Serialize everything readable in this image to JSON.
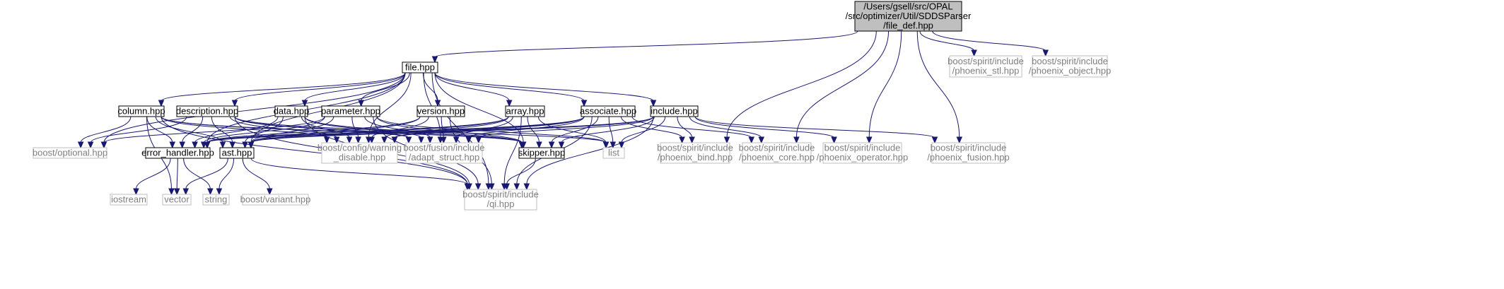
{
  "diagram": {
    "colors": {
      "edge": "#191970",
      "root_fill": "#bfbfbf",
      "ext_border": "#bfbfbf",
      "ext_text": "#7f7f7f"
    },
    "nodes": [
      {
        "id": "file_def",
        "kind": "root",
        "lines": [
          "/Users/gsell/src/OPAL",
          "/src/optimizer/Util/SDDSParser",
          "/file_def.hpp"
        ]
      },
      {
        "id": "file",
        "kind": "local",
        "lines": [
          "file.hpp"
        ]
      },
      {
        "id": "phoenix_stl",
        "kind": "ext",
        "lines": [
          "boost/spirit/include",
          "/phoenix_stl.hpp"
        ]
      },
      {
        "id": "phoenix_object",
        "kind": "ext",
        "lines": [
          "boost/spirit/include",
          "/phoenix_object.hpp"
        ]
      },
      {
        "id": "column",
        "kind": "local",
        "lines": [
          "column.hpp"
        ]
      },
      {
        "id": "description",
        "kind": "local",
        "lines": [
          "description.hpp"
        ]
      },
      {
        "id": "data",
        "kind": "local",
        "lines": [
          "data.hpp"
        ]
      },
      {
        "id": "parameter",
        "kind": "local",
        "lines": [
          "parameter.hpp"
        ]
      },
      {
        "id": "version",
        "kind": "local",
        "lines": [
          "version.hpp"
        ]
      },
      {
        "id": "array",
        "kind": "local",
        "lines": [
          "array.hpp"
        ]
      },
      {
        "id": "associate",
        "kind": "local",
        "lines": [
          "associate.hpp"
        ]
      },
      {
        "id": "include",
        "kind": "local",
        "lines": [
          "include.hpp"
        ]
      },
      {
        "id": "optional",
        "kind": "ext",
        "lines": [
          "boost/optional.hpp"
        ]
      },
      {
        "id": "error_handler",
        "kind": "local",
        "lines": [
          "error_handler.hpp"
        ]
      },
      {
        "id": "ast",
        "kind": "local",
        "lines": [
          "ast.hpp"
        ]
      },
      {
        "id": "warning",
        "kind": "ext",
        "lines": [
          "boost/config/warning",
          "_disable.hpp"
        ]
      },
      {
        "id": "adapt_struct",
        "kind": "ext",
        "lines": [
          "boost/fusion/include",
          "/adapt_struct.hpp"
        ]
      },
      {
        "id": "skipper",
        "kind": "local",
        "lines": [
          "skipper.hpp"
        ]
      },
      {
        "id": "list",
        "kind": "ext",
        "lines": [
          "list"
        ]
      },
      {
        "id": "phoenix_bind",
        "kind": "ext",
        "lines": [
          "boost/spirit/include",
          "/phoenix_bind.hpp"
        ]
      },
      {
        "id": "phoenix_core",
        "kind": "ext",
        "lines": [
          "boost/spirit/include",
          "/phoenix_core.hpp"
        ]
      },
      {
        "id": "phoenix_operator",
        "kind": "ext",
        "lines": [
          "boost/spirit/include",
          "/phoenix_operator.hpp"
        ]
      },
      {
        "id": "phoenix_fusion",
        "kind": "ext",
        "lines": [
          "boost/spirit/include",
          "/phoenix_fusion.hpp"
        ]
      },
      {
        "id": "iostream",
        "kind": "ext",
        "lines": [
          "iostream"
        ]
      },
      {
        "id": "vector",
        "kind": "ext",
        "lines": [
          "vector"
        ]
      },
      {
        "id": "string",
        "kind": "ext",
        "lines": [
          "string"
        ]
      },
      {
        "id": "variant",
        "kind": "ext",
        "lines": [
          "boost/variant.hpp"
        ]
      },
      {
        "id": "qi",
        "kind": "ext",
        "lines": [
          "boost/spirit/include",
          "/qi.hpp"
        ]
      }
    ],
    "edges": [
      [
        "file_def",
        "file"
      ],
      [
        "file_def",
        "phoenix_stl"
      ],
      [
        "file_def",
        "phoenix_object"
      ],
      [
        "file_def",
        "phoenix_bind"
      ],
      [
        "file_def",
        "phoenix_core"
      ],
      [
        "file_def",
        "phoenix_operator"
      ],
      [
        "file_def",
        "phoenix_fusion"
      ],
      [
        "file",
        "column"
      ],
      [
        "file",
        "description"
      ],
      [
        "file",
        "data"
      ],
      [
        "file",
        "parameter"
      ],
      [
        "file",
        "version"
      ],
      [
        "file",
        "array"
      ],
      [
        "file",
        "associate"
      ],
      [
        "file",
        "include"
      ],
      [
        "file",
        "optional"
      ],
      [
        "file",
        "error_handler"
      ],
      [
        "file",
        "ast"
      ],
      [
        "file",
        "warning"
      ],
      [
        "file",
        "adapt_struct"
      ],
      [
        "file",
        "skipper"
      ],
      [
        "file",
        "qi"
      ],
      [
        "column",
        "optional"
      ],
      [
        "column",
        "error_handler"
      ],
      [
        "column",
        "ast"
      ],
      [
        "column",
        "warning"
      ],
      [
        "column",
        "adapt_struct"
      ],
      [
        "column",
        "skipper"
      ],
      [
        "column",
        "vector"
      ],
      [
        "column",
        "qi"
      ],
      [
        "description",
        "optional"
      ],
      [
        "description",
        "error_handler"
      ],
      [
        "description",
        "ast"
      ],
      [
        "description",
        "warning"
      ],
      [
        "description",
        "adapt_struct"
      ],
      [
        "description",
        "skipper"
      ],
      [
        "description",
        "list"
      ],
      [
        "description",
        "qi"
      ],
      [
        "data",
        "error_handler"
      ],
      [
        "data",
        "ast"
      ],
      [
        "data",
        "warning"
      ],
      [
        "data",
        "adapt_struct"
      ],
      [
        "data",
        "skipper"
      ],
      [
        "data",
        "qi"
      ],
      [
        "parameter",
        "optional"
      ],
      [
        "parameter",
        "error_handler"
      ],
      [
        "parameter",
        "ast"
      ],
      [
        "parameter",
        "warning"
      ],
      [
        "parameter",
        "adapt_struct"
      ],
      [
        "parameter",
        "skipper"
      ],
      [
        "parameter",
        "list"
      ],
      [
        "parameter",
        "qi"
      ],
      [
        "version",
        "error_handler"
      ],
      [
        "version",
        "ast"
      ],
      [
        "version",
        "warning"
      ],
      [
        "version",
        "adapt_struct"
      ],
      [
        "version",
        "qi"
      ],
      [
        "array",
        "error_handler"
      ],
      [
        "array",
        "ast"
      ],
      [
        "array",
        "warning"
      ],
      [
        "array",
        "adapt_struct"
      ],
      [
        "array",
        "skipper"
      ],
      [
        "array",
        "list"
      ],
      [
        "array",
        "qi"
      ],
      [
        "associate",
        "error_handler"
      ],
      [
        "associate",
        "ast"
      ],
      [
        "associate",
        "warning"
      ],
      [
        "associate",
        "adapt_struct"
      ],
      [
        "associate",
        "skipper"
      ],
      [
        "associate",
        "list"
      ],
      [
        "associate",
        "qi"
      ],
      [
        "associate",
        "phoenix_bind"
      ],
      [
        "associate",
        "phoenix_core"
      ],
      [
        "include",
        "error_handler"
      ],
      [
        "include",
        "ast"
      ],
      [
        "include",
        "warning"
      ],
      [
        "include",
        "adapt_struct"
      ],
      [
        "include",
        "skipper"
      ],
      [
        "include",
        "list"
      ],
      [
        "include",
        "phoenix_bind"
      ],
      [
        "include",
        "phoenix_core"
      ],
      [
        "include",
        "phoenix_operator"
      ],
      [
        "include",
        "phoenix_fusion"
      ],
      [
        "include",
        "qi"
      ],
      [
        "error_handler",
        "iostream"
      ],
      [
        "error_handler",
        "vector"
      ],
      [
        "error_handler",
        "string"
      ],
      [
        "ast",
        "vector"
      ],
      [
        "ast",
        "string"
      ],
      [
        "ast",
        "variant"
      ],
      [
        "ast",
        "qi"
      ],
      [
        "skipper",
        "qi"
      ]
    ]
  }
}
